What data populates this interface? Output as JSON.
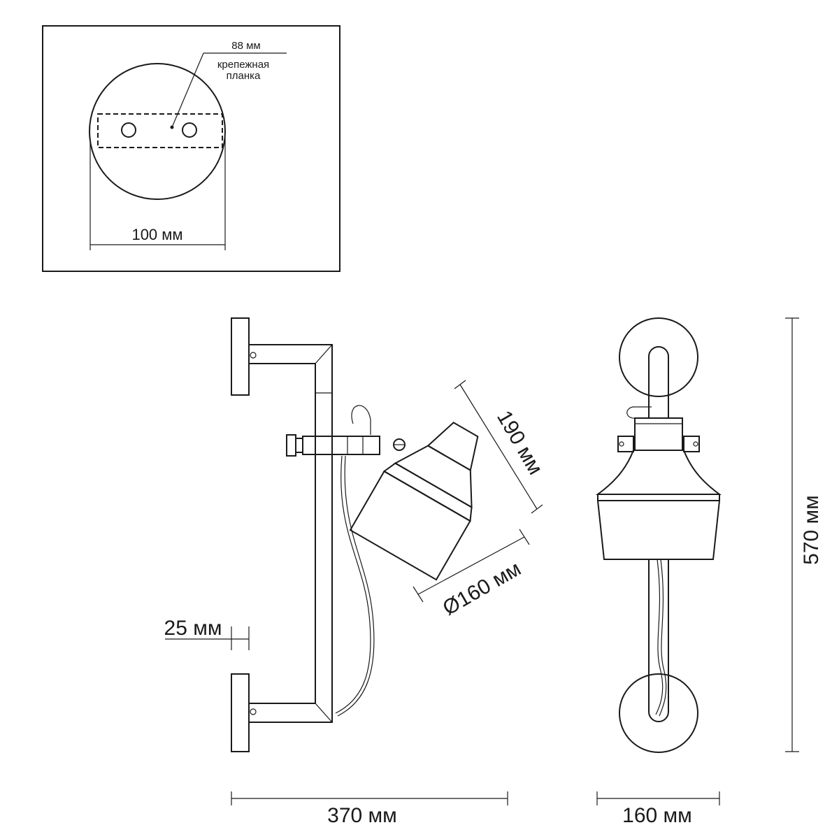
{
  "mount_view": {
    "bracket_label": "88 мм",
    "plate_label_line1": "крепежная",
    "plate_label_line2": "планка",
    "diameter_label": "100 мм"
  },
  "side_view": {
    "depth_label": "25 мм",
    "width_label": "370 мм",
    "shade_height_label": "190 мм",
    "shade_diameter_label": "Ø160 мм"
  },
  "front_view": {
    "height_label": "570 мм",
    "width_label": "160 мм"
  },
  "colors": {
    "line": "#1a1a1a",
    "background": "#ffffff"
  }
}
